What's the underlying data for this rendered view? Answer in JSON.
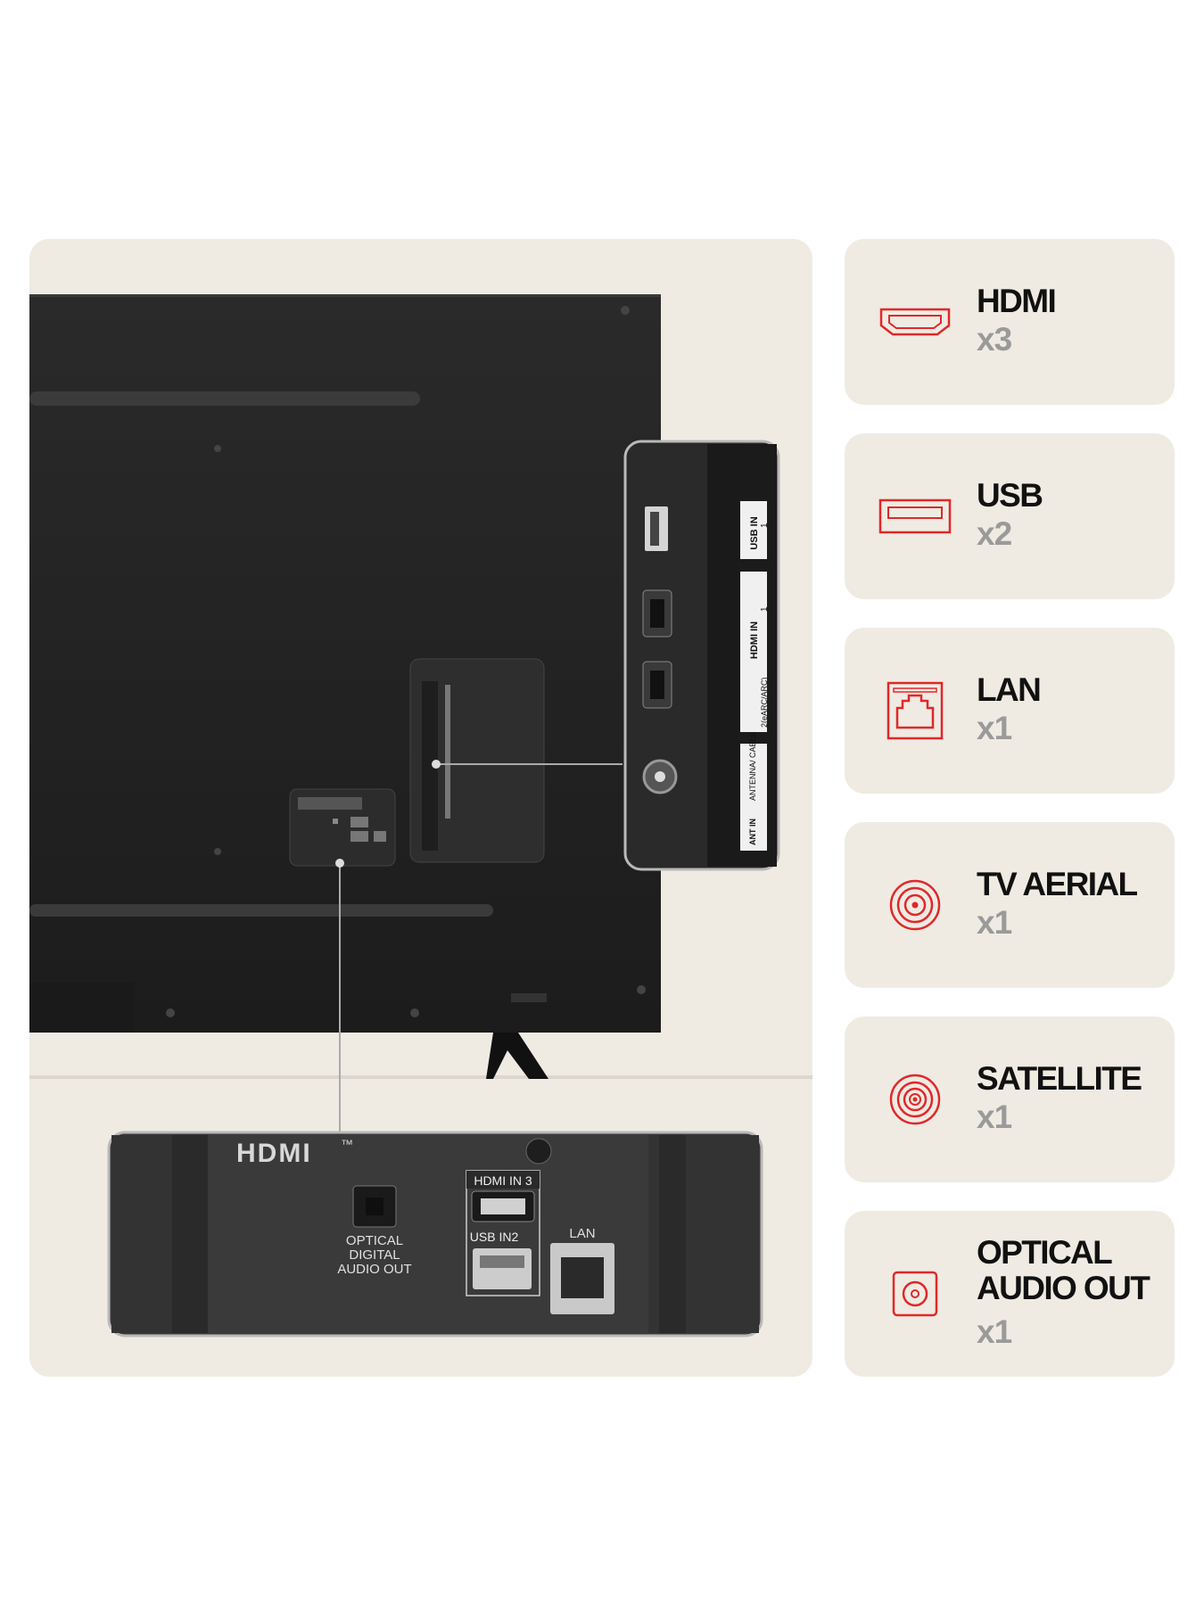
{
  "connectivity": [
    {
      "icon": "hdmi-port-icon",
      "title": "HDMI",
      "count": "x3"
    },
    {
      "icon": "usb-port-icon",
      "title": "USB",
      "count": "x2"
    },
    {
      "icon": "lan-port-icon",
      "title": "LAN",
      "count": "x1"
    },
    {
      "icon": "tv-aerial-icon",
      "title": "TV AERIAL",
      "count": "x1"
    },
    {
      "icon": "satellite-icon",
      "title": "SATELLITE",
      "count": "x1"
    },
    {
      "icon": "optical-audio-icon",
      "title": "OPTICAL AUDIO OUT",
      "count": "x1"
    }
  ],
  "closeup_bottom": {
    "hdmi_logo": "HDMI",
    "tm": "™",
    "optical": [
      "OPTICAL",
      "DIGITAL",
      "AUDIO OUT"
    ],
    "hdmi_in3": "HDMI IN 3",
    "usb_in2": "USB IN2",
    "lan": "LAN"
  },
  "closeup_side": {
    "usb_in": "USB IN",
    "usb_num": "1",
    "hdmi_in": "HDMI IN",
    "hdmi_num1": "1",
    "hdmi_num2": "2(eARC/ARC)",
    "antenna": "ANTENNA/ CABLE",
    "ant_in": "ANT IN"
  },
  "colors": {
    "accent": "#e0282a",
    "card": "#efebe3",
    "tv_body": "#232323"
  }
}
